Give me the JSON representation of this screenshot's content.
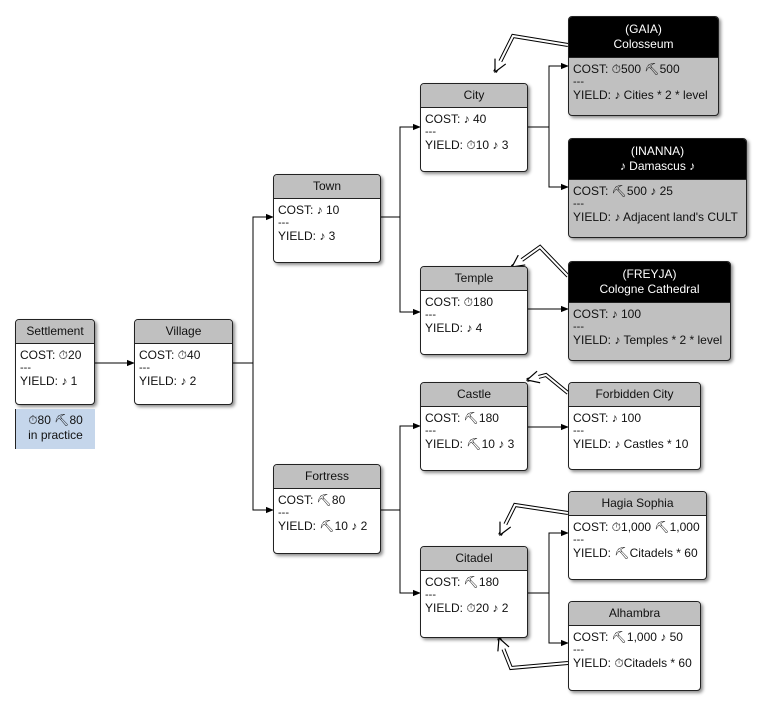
{
  "nodes": {
    "settlement": {
      "title": "Settlement",
      "cost": "COST: ⏱20",
      "sep": "---",
      "yield": "YIELD: ♪ 1"
    },
    "village": {
      "title": "Village",
      "cost": "COST: ⏱40",
      "sep": "---",
      "yield": "YIELD: ♪ 2"
    },
    "town": {
      "title": "Town",
      "cost": "COST: ♪ 10",
      "sep": "---",
      "yield": "YIELD: ♪ 3"
    },
    "fortress": {
      "title": "Fortress",
      "cost": "COST: ⛏80",
      "sep": "---",
      "yield": "YIELD: ⛏10 ♪ 2"
    },
    "city": {
      "title": "City",
      "cost": "COST: ♪ 40",
      "sep": "---",
      "yield": "YIELD: ⏱10 ♪ 3"
    },
    "temple": {
      "title": "Temple",
      "cost": "COST: ⏱180",
      "sep": "---",
      "yield": "YIELD: ♪ 4"
    },
    "castle": {
      "title": "Castle",
      "cost": "COST: ⛏180",
      "sep": "---",
      "yield": "YIELD: ⛏10 ♪ 3"
    },
    "citadel": {
      "title": "Citadel",
      "cost": "COST: ⛏180",
      "sep": "---",
      "yield": "YIELD: ⏱20 ♪ 2"
    },
    "colosseum": {
      "line1": "(GAIA)",
      "line2": "Colosseum",
      "cost": "COST: ⏱500 ⛏500",
      "sep": "---",
      "yield": "YIELD: ♪ Cities * 2 * level"
    },
    "damascus": {
      "line1": "(INANNA)",
      "line2": "♪ Damascus ♪",
      "cost": "COST: ⛏500 ♪ 25",
      "sep": "---",
      "yield": "YIELD: ♪ Adjacent land's CULT"
    },
    "cologne": {
      "line1": "(FREYJA)",
      "line2": "Cologne Cathedral",
      "cost": "COST: ♪ 100",
      "sep": "---",
      "yield": "YIELD: ♪ Temples * 2 * level"
    },
    "forbidden": {
      "title": "Forbidden City",
      "cost": "COST: ♪ 100",
      "sep": "---",
      "yield": "YIELD: ♪ Castles * 10"
    },
    "hagia": {
      "title": "Hagia Sophia",
      "cost": "COST: ⏱1,000 ⛏1,000",
      "sep": "---",
      "yield": "YIELD: ⛏Citadels * 60"
    },
    "alhambra": {
      "title": "Alhambra",
      "cost": "COST: ⛏1,000 ♪ 50",
      "sep": "---",
      "yield": "YIELD: ⏱Citadels * 60"
    }
  },
  "note": {
    "line1": "⏱80 ⛏80",
    "line2": "in practice"
  },
  "colors": {
    "header_gray": "#c0c0c0",
    "wonder_header": "#000000",
    "note_blue": "#c5d6eb",
    "edge": "#000000"
  }
}
